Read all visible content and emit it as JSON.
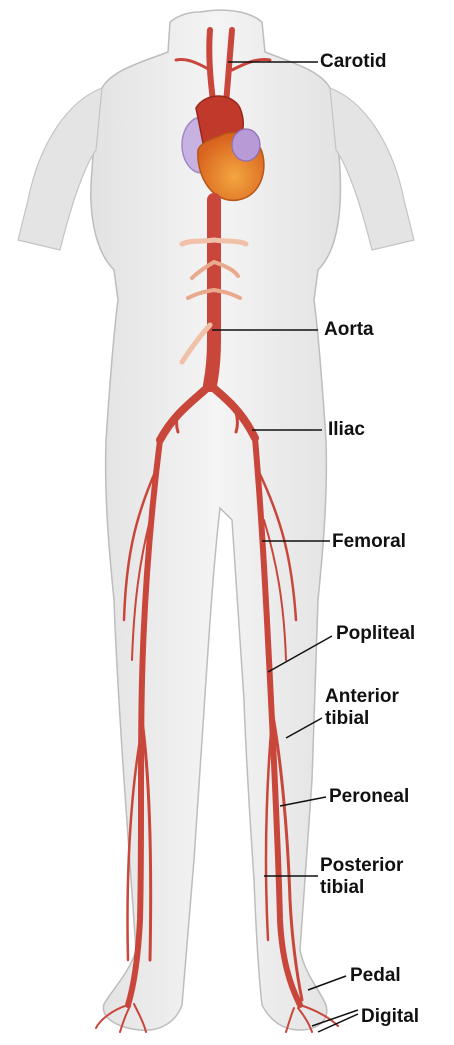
{
  "labels": {
    "carotid": "Carotid",
    "aorta": "Aorta",
    "iliac": "Iliac",
    "femoral": "Femoral",
    "popliteal": "Popliteal",
    "anterior_tibial_1": "Anterior",
    "anterior_tibial_2": "tibial",
    "peroneal": "Peroneal",
    "posterior_tibial_1": "Posterior",
    "posterior_tibial_2": "tibial",
    "pedal": "Pedal",
    "digital": "Digital"
  },
  "colors": {
    "artery": "#c9463b",
    "artery_light": "#d9685c",
    "body": "#ececec",
    "body_outline": "#bdbdbd",
    "heart_upper": "#c0392b",
    "heart_lower": "#e8892e",
    "heart_atrium": "#b79ad6"
  }
}
